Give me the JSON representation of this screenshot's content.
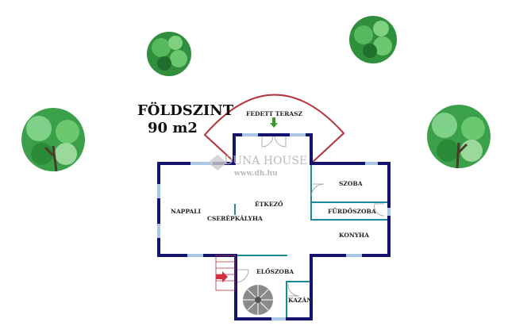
{
  "title": {
    "level": "FÖLDSZINT",
    "area": "90 m2"
  },
  "watermark": {
    "brand": "DUNA HOUSE",
    "url": "www.dh.hu"
  },
  "rooms": {
    "terrace": "FEDETT TERASZ",
    "living": "NAPPALI",
    "dining": "ÉTKEZŐ",
    "stove": "CSERÉPKÁLYHA",
    "bedroom": "SZOBA",
    "bathroom": "FÜRDŐSZOBA",
    "kitchen": "KONYHA",
    "hall": "ELŐSZOBA",
    "boiler": "KAZÁN"
  },
  "colors": {
    "wall": "#14146e",
    "inner_wall": "#1a8a9a",
    "window": "#a9c6e6",
    "terrace_arc": "#b5333a",
    "tree": "#3aa04a"
  }
}
